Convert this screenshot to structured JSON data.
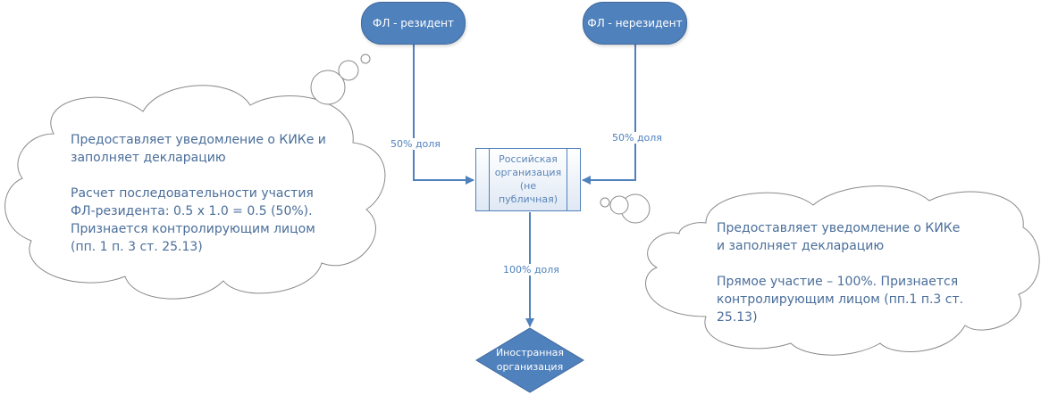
{
  "nodes": {
    "resident": {
      "label": "ФЛ - резидент"
    },
    "nonresident": {
      "label": "ФЛ - нерезидент"
    },
    "russian_org": {
      "label": "Российская организация (не публичная)"
    },
    "foreign_org": {
      "label": "Иностранная организация"
    }
  },
  "edges": {
    "resident_to_russian": {
      "label": "50% доля"
    },
    "nonresident_to_russian": {
      "label": "50% доля"
    },
    "russian_to_foreign": {
      "label": "100% доля"
    }
  },
  "callouts": {
    "left": {
      "line1": "Предоставляет уведомление о КИКе и заполняет декларацию",
      "line2": "Расчет последовательности участия ФЛ-резидента: 0.5 x 1.0 = 0.5 (50%). Признается контролирующим лицом (пп. 1 п. 3 ст. 25.13)"
    },
    "right": {
      "line1": "Предоставляет уведомление о КИКе и заполняет декларацию",
      "line2": "Прямое участие – 100%. Признается контролирующим лицом (пп.1 п.3 ст. 25.13)"
    }
  },
  "colors": {
    "shape_fill": "#4f81bd",
    "line": "#4f81bd",
    "cloud_stroke": "#8a8a8a",
    "text": "#4a6e9a"
  }
}
